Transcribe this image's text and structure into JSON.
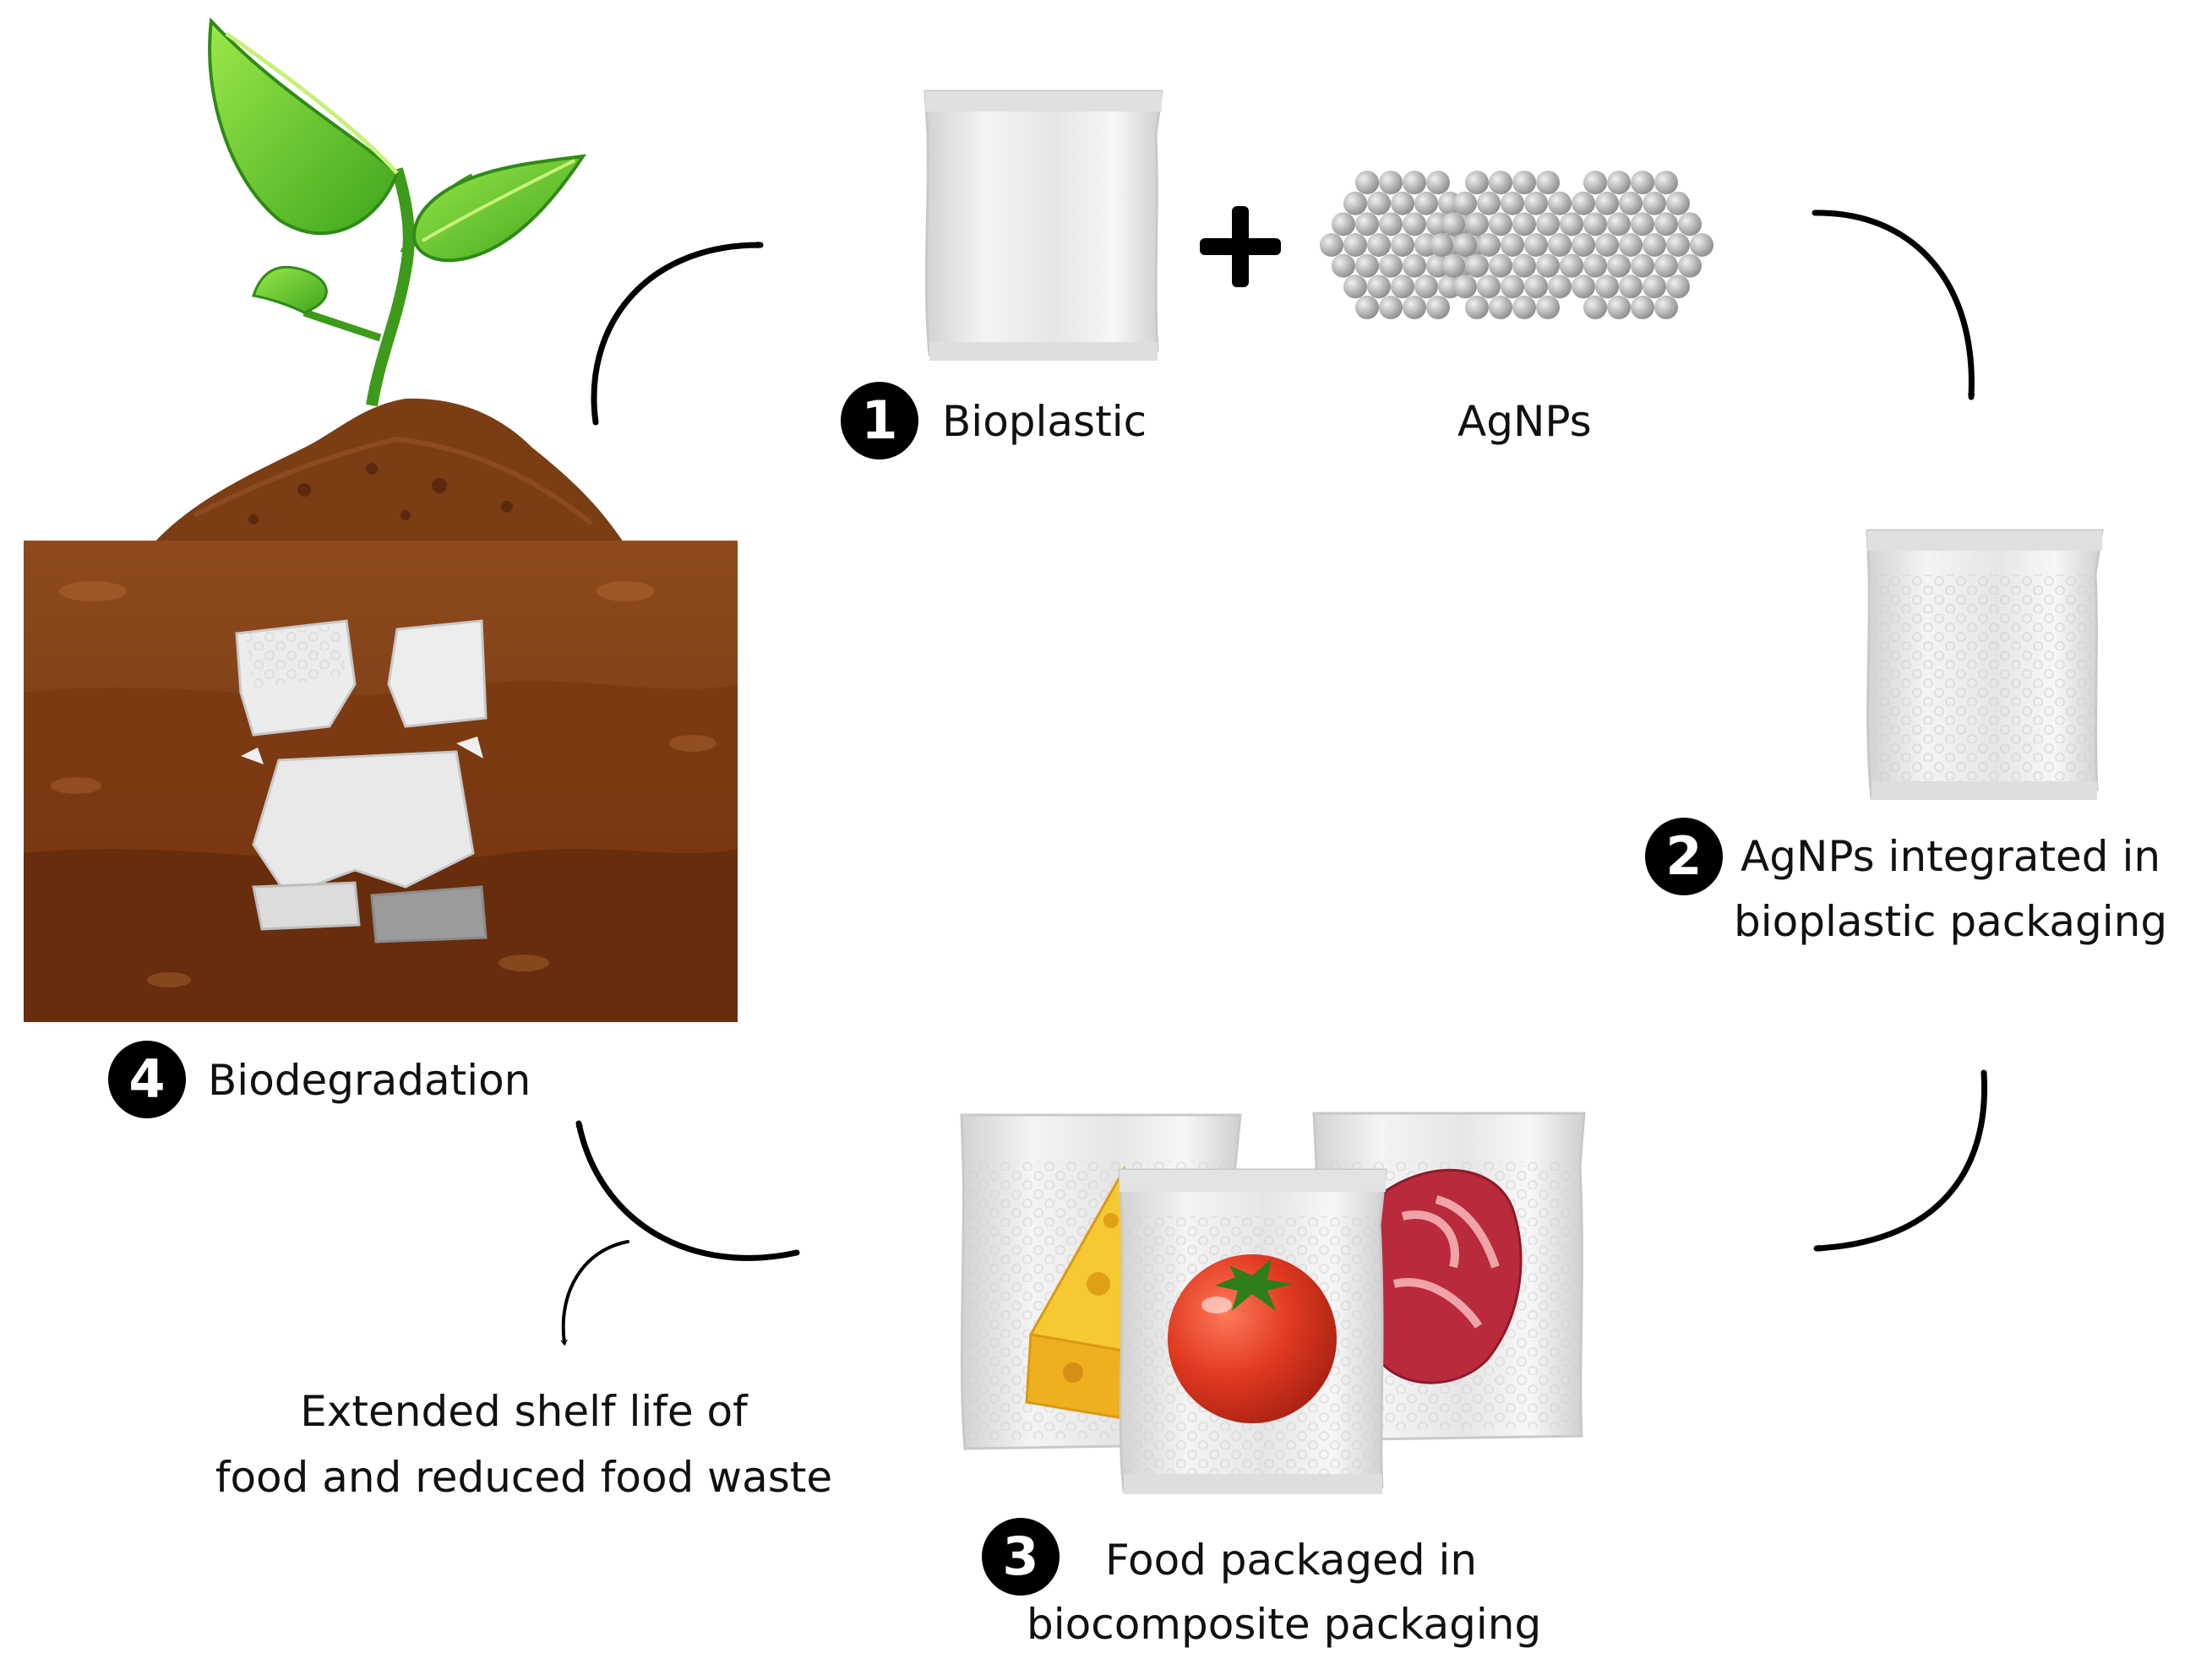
{
  "steps": [
    {
      "number": "1",
      "label": "Bioplastic"
    },
    {
      "number": "2",
      "label_line1": "AgNPs integrated in",
      "label_line2": "bioplastic packaging"
    },
    {
      "number": "3",
      "label_line1": "Food packaged in",
      "label_line2": "biocomposite packaging"
    },
    {
      "number": "4",
      "label": "Biodegradation"
    }
  ],
  "nanoparticles_label": "AgNPs",
  "benefit": {
    "line1": "Extended shelf life of",
    "line2": "food and reduced food waste"
  },
  "icons": [
    "plant-sprout-icon",
    "soil-pile-icon",
    "plus-icon",
    "nanoparticle-cluster-icon",
    "packaging-bag-icon",
    "cheese-icon",
    "tomato-icon",
    "meat-steak-icon",
    "cycle-arrow-icon"
  ],
  "colors": {
    "leaf": "#6ccf2c",
    "soil_dark": "#6a3010",
    "soil_mid": "#8b4418",
    "arrow": "#000000",
    "tomato": "#d8301c",
    "cheese": "#f4be2a",
    "meat": "#b4283a"
  }
}
